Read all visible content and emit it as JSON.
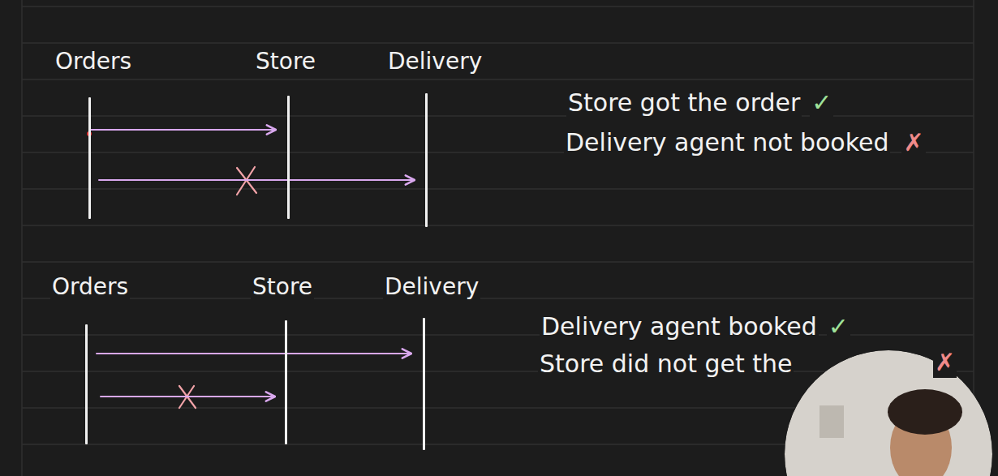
{
  "diagram": {
    "nodes": [
      {
        "text": [
          "Orders"
        ]
      },
      {
        "text": [
          "Store"
        ]
      },
      {
        "text": [
          "Delivery"
        ]
      },
      {
        "text": [
          "Orders"
        ]
      },
      {
        "text": [
          "Store"
        ]
      },
      {
        "text": [
          "Delivery"
        ]
      }
    ],
    "edges": [
      {
        "from": 0,
        "to": 1,
        "arrow": "to"
      },
      {
        "from": 0,
        "to": 2,
        "arrow": "to"
      },
      {
        "from": 3,
        "to": 5,
        "arrow": "to"
      },
      {
        "from": 3,
        "to": 4,
        "arrow": "to"
      }
    ],
    "labels": [
      "Store got the order",
      "✓",
      "Delivery agent not booked",
      "✗",
      "Delivery agent booked",
      "✓",
      "Store did not get the",
      "✗"
    ]
  }
}
